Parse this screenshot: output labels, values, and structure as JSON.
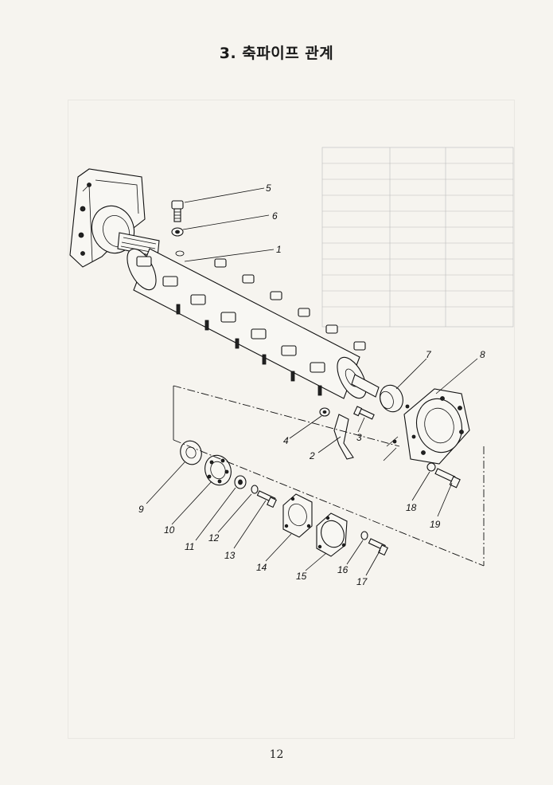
{
  "title": "3. 축파이프 관계",
  "page_number": "12",
  "callouts": {
    "c1": "1",
    "c2": "2",
    "c3": "3",
    "c4": "4",
    "c5": "5",
    "c6": "6",
    "c7": "7",
    "c8": "8",
    "c9": "9",
    "c10": "10",
    "c11": "11",
    "c12": "12",
    "c13": "13",
    "c14": "14",
    "c15": "15",
    "c16": "16",
    "c17": "17",
    "c18": "18",
    "c19": "19"
  }
}
